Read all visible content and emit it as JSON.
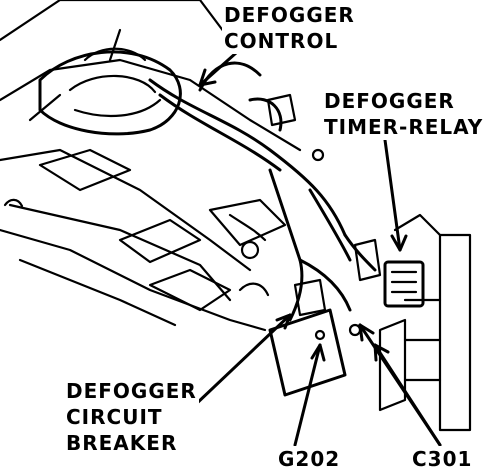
{
  "colors": {
    "ink": "#000000",
    "paper": "#ffffff"
  },
  "labels": {
    "defogger_control": [
      "DEFOGGER",
      "CONTROL"
    ],
    "defogger_timer_relay": [
      "DEFOGGER",
      "TIMER-RELAY"
    ],
    "defogger_circuit_breaker": [
      "DEFOGGER",
      "CIRCUIT",
      "BREAKER"
    ],
    "g202": "G202",
    "c301": "C301"
  }
}
